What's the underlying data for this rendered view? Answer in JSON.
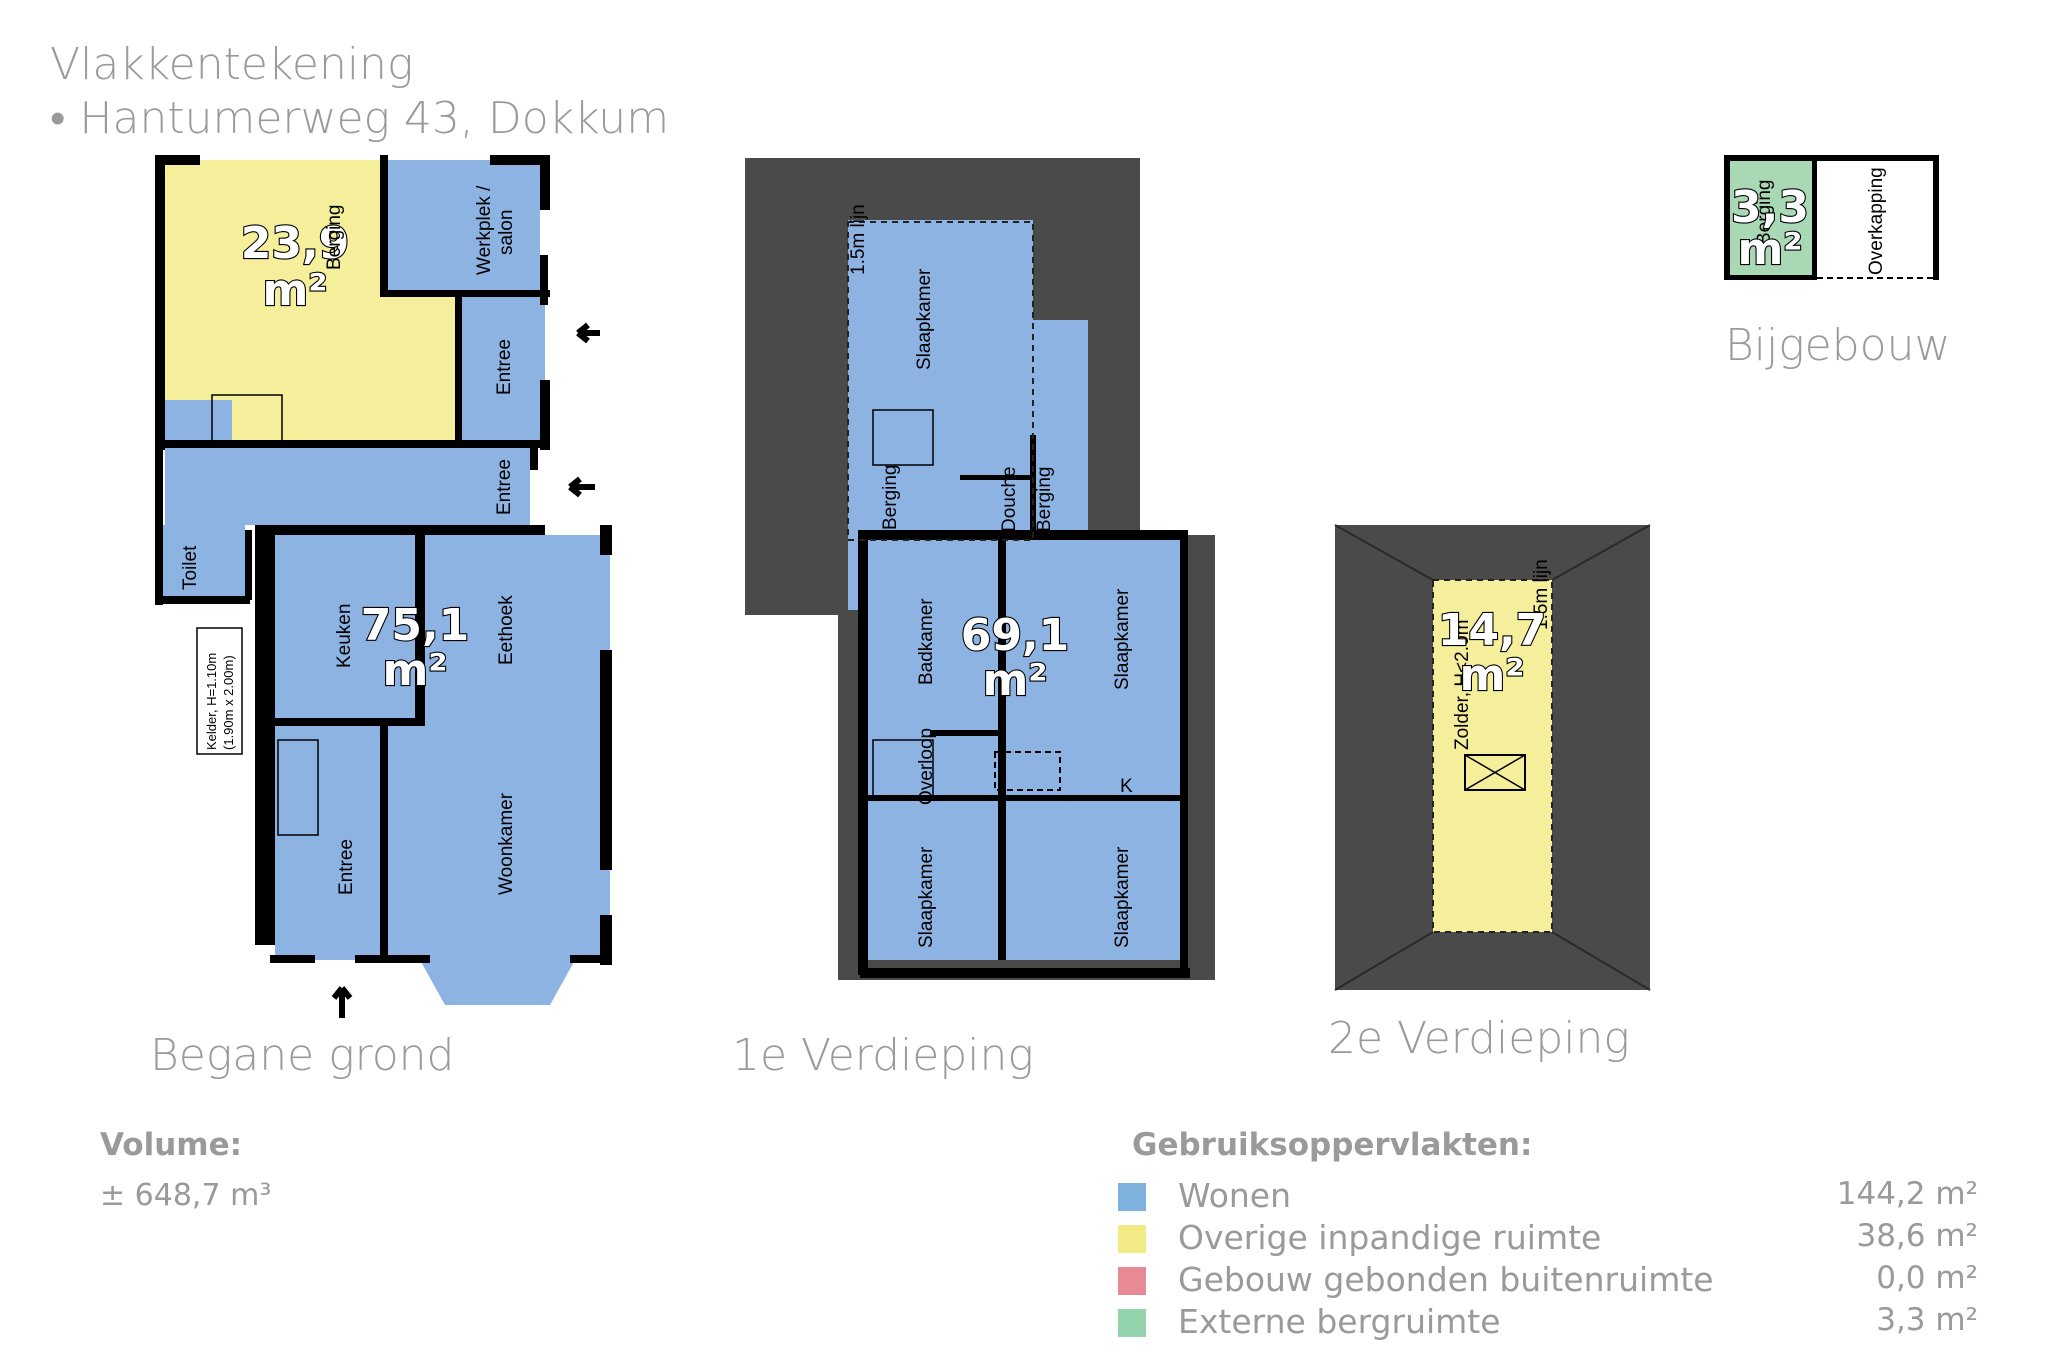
{
  "title": {
    "line1": "Vlakkentekening",
    "line2": "• Hantumerweg 43, Dokkum"
  },
  "floors": {
    "ground": {
      "label": "Begane grond",
      "area_yellow": "23,9",
      "area_blue": "75,1",
      "unit": "m²",
      "rooms": {
        "berging": "Berging",
        "werkplek": "Werkplek /",
        "werkplek2": "salon",
        "entree1": "Entree",
        "entree2": "Entree",
        "toilet": "Toilet",
        "keuken": "Keuken",
        "eethoek": "Eethoek",
        "woonkamer": "Woonkamer",
        "entree3": "Entree"
      },
      "kelder_note1": "Kelder, H=1.10m",
      "kelder_note2": "(1.90m x 2.00m)"
    },
    "first": {
      "label": "1e Verdieping",
      "area_blue": "69,1",
      "unit": "m²",
      "rooms": {
        "slaapkamer_top": "Slaapkamer",
        "berging_a": "Berging",
        "douche": "Douche",
        "berging_b": "Berging",
        "badkamer": "Badkamer",
        "slaapkamer_right": "Slaapkamer",
        "overloop": "Overloop",
        "slaapkamer_bl": "Slaapkamer",
        "slaapkamer_br": "Slaapkamer",
        "lijn": "1.5m lijn",
        "kast": "K"
      }
    },
    "second": {
      "label": "2e Verdieping",
      "area_yellow": "14,7",
      "unit": "m²",
      "rooms": {
        "zolder": "Zolder, H<2.0m",
        "lijn": "1.5m lijn"
      }
    },
    "annex": {
      "label": "Bijgebouw",
      "area_green": "3,3",
      "unit": "m²",
      "rooms": {
        "berging": "Berging",
        "overkapping": "Overkapping"
      }
    }
  },
  "volume": {
    "heading": "Volume:",
    "value": "± 648,7 m³"
  },
  "usage": {
    "heading": "Gebruiksoppervlakten:",
    "rows": [
      {
        "label": "Wonen",
        "value": "144,2 m²",
        "color": "#7fb2dc"
      },
      {
        "label": "Overige inpandige ruimte",
        "value": "38,6 m²",
        "color": "#f2ea84"
      },
      {
        "label": "Gebouw gebonden buitenruimte",
        "value": "0,0 m²",
        "color": "#e88a96"
      },
      {
        "label": "Externe bergruimte",
        "value": "3,3 m²",
        "color": "#93d4ad"
      }
    ]
  },
  "colors": {
    "blue": "#8db3e2",
    "yellow": "#f5ee9a",
    "green": "#a8d9b4",
    "roof": "#4a4a4a",
    "wall": "#000000"
  }
}
